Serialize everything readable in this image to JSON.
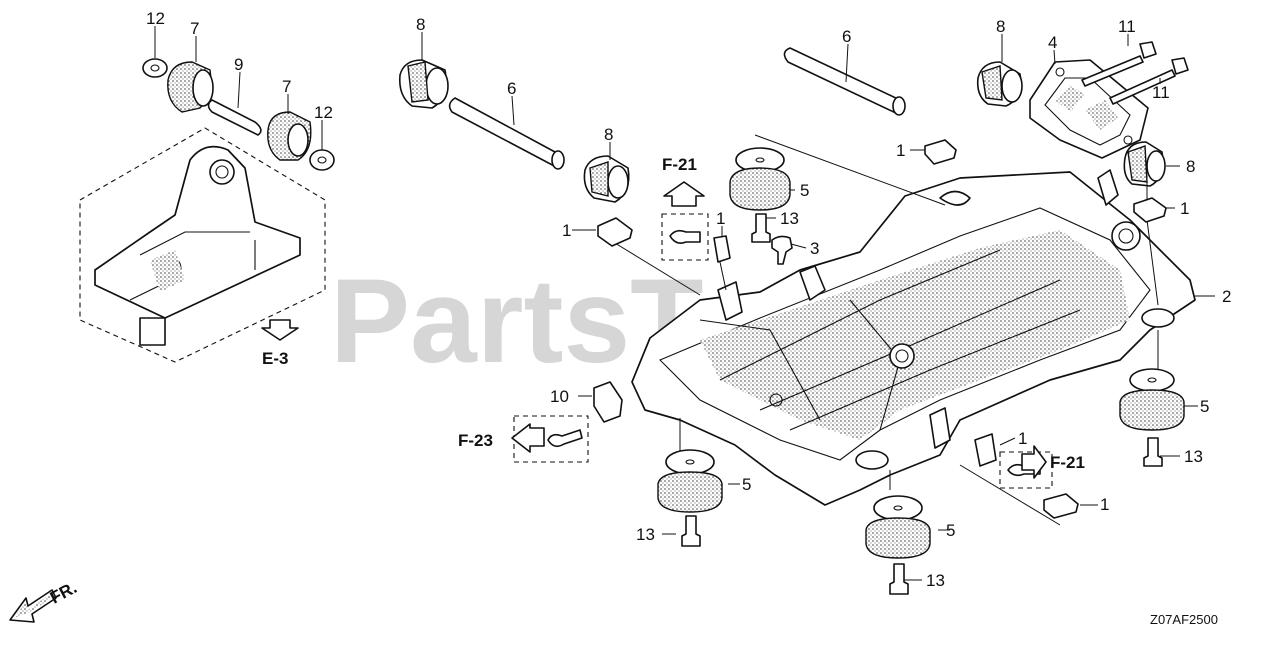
{
  "watermark": "PartsTree",
  "diagram_code": "Z07AF2500",
  "direction_label": "FR.",
  "part_numbers": [
    "1",
    "2",
    "3",
    "4",
    "5",
    "6",
    "7",
    "8",
    "9",
    "10",
    "11",
    "12",
    "13"
  ],
  "reference_labels": [
    "E-3",
    "F-21",
    "F-23"
  ],
  "callouts": [
    {
      "id": "c12a",
      "text": "12"
    },
    {
      "id": "c7a",
      "text": "7"
    },
    {
      "id": "c9",
      "text": "9"
    },
    {
      "id": "c7b",
      "text": "7"
    },
    {
      "id": "c12b",
      "text": "12"
    },
    {
      "id": "c8a",
      "text": "8"
    },
    {
      "id": "c6a",
      "text": "6"
    },
    {
      "id": "c8b",
      "text": "8"
    },
    {
      "id": "c6b",
      "text": "6"
    },
    {
      "id": "c8c",
      "text": "8"
    },
    {
      "id": "c4",
      "text": "4"
    },
    {
      "id": "c11a",
      "text": "11"
    },
    {
      "id": "c11b",
      "text": "11"
    },
    {
      "id": "c8d",
      "text": "8"
    },
    {
      "id": "c1a",
      "text": "1"
    },
    {
      "id": "c1b",
      "text": "1"
    },
    {
      "id": "c1c",
      "text": "1"
    },
    {
      "id": "c1d",
      "text": "1"
    },
    {
      "id": "c1e",
      "text": "1"
    },
    {
      "id": "c1f",
      "text": "1"
    },
    {
      "id": "c5a",
      "text": "5"
    },
    {
      "id": "c5b",
      "text": "5"
    },
    {
      "id": "c5c",
      "text": "5"
    },
    {
      "id": "c5d",
      "text": "5"
    },
    {
      "id": "c13a",
      "text": "13"
    },
    {
      "id": "c13b",
      "text": "13"
    },
    {
      "id": "c13c",
      "text": "13"
    },
    {
      "id": "c13d",
      "text": "13"
    },
    {
      "id": "c3",
      "text": "3"
    },
    {
      "id": "c2",
      "text": "2"
    },
    {
      "id": "c10",
      "text": "10"
    }
  ],
  "refs": [
    {
      "id": "rE3",
      "text": "E-3"
    },
    {
      "id": "rF21a",
      "text": "F-21"
    },
    {
      "id": "rF23",
      "text": "F-23"
    },
    {
      "id": "rF21b",
      "text": "F-21"
    }
  ]
}
